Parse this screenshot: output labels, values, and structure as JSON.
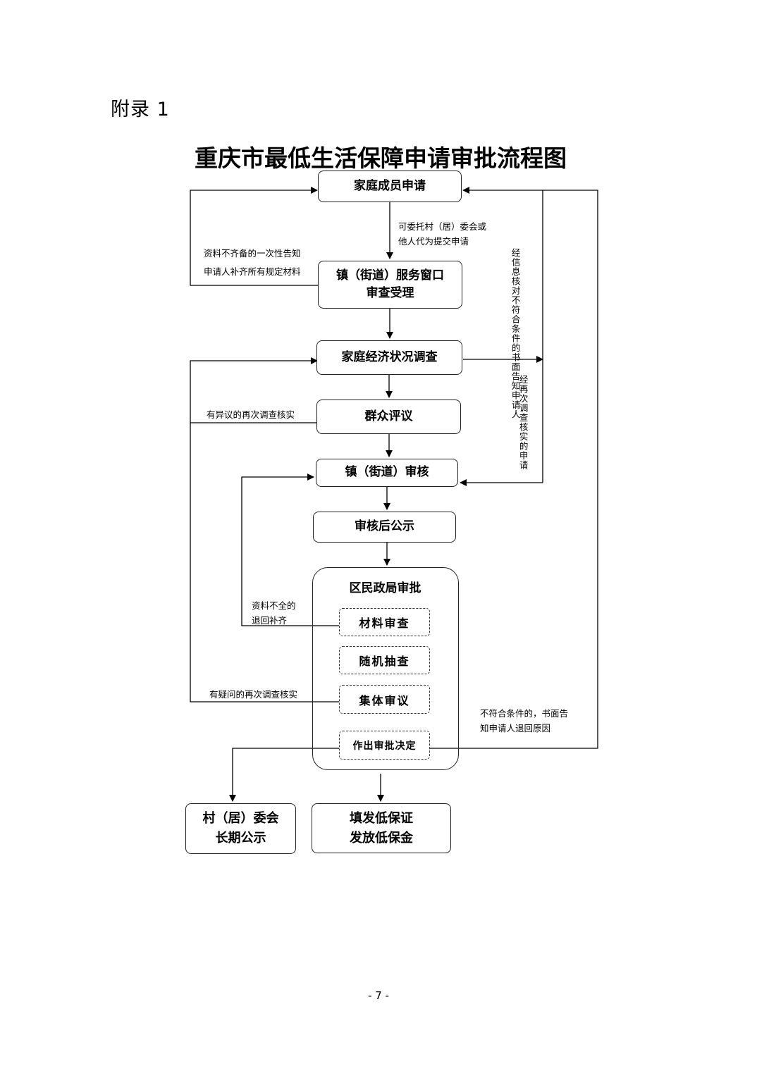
{
  "header": {
    "appendix": "附录 1"
  },
  "title": "重庆市最低生活保障申请审批流程图",
  "nodes": {
    "apply": "家庭成员申请",
    "window_line1": "镇（街道）服务窗口",
    "window_line2": "审查受理",
    "survey": "家庭经济状况调查",
    "review": "群众评议",
    "town_audit": "镇（街道）审核",
    "publicity": "审核后公示",
    "district": "区民政局审批",
    "material": "材料审查",
    "random": "随机抽查",
    "collective": "集体审议",
    "decision": "作出审批决定",
    "village_line1": "村（居）委会",
    "village_line2": "长期公示",
    "issue_line1": "填发低保证",
    "issue_line2": "发放低保金"
  },
  "notes": {
    "entrust_line1": "可委托村（居）委会或",
    "entrust_line2": "他人代为提交申请",
    "incomplete_line1": "资料不齐备的一次性告知",
    "incomplete_line2": "申请人补齐所有规定材料",
    "objection": "有异议的再次调查核实",
    "return_line1": "资料不全的",
    "return_line2": "退回补齐",
    "doubt": "有疑问的再次调查核实",
    "reject_line1": "不符合条件的，书面告",
    "reject_line2": "知申请人退回原因",
    "vertical_a_col1": "经信息核对不符合条",
    "vertical_a_col2": "件的书面告知申请人",
    "vertical_b": "经再次调查核实的申请"
  },
  "footer": {
    "page": "- 7 -"
  }
}
